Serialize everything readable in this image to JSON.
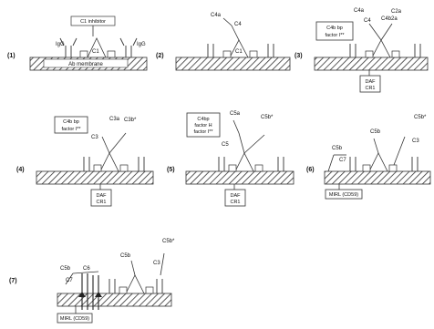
{
  "steps": [
    {
      "number": "(1)",
      "top_label": "C1 inhibitor",
      "igg_left": "IgG",
      "igg_right": "IgG",
      "complex": "C1",
      "membrane_label": "Ab membrane"
    },
    {
      "number": "(2)",
      "c4a": "C4a",
      "c4": "C4",
      "c1": "C1"
    },
    {
      "number": "(3)",
      "factor_box": [
        "C4b bp",
        "factor I**"
      ],
      "c4a": "C4a",
      "c4": "C4",
      "c2a": "C2a",
      "c4b2a": "C4b2a",
      "receptor_box": [
        "DAF",
        "CR1"
      ]
    },
    {
      "number": "(4)",
      "factor_box": [
        "C4b bp",
        "factor I**"
      ],
      "c3a": "C3a",
      "c3": "C3",
      "c3b": "C3b*",
      "receptor_box": [
        "DAF",
        "CR1"
      ]
    },
    {
      "number": "(5)",
      "factor_box": [
        "C4bp",
        "factor H",
        "factor I**"
      ],
      "c5a": "C5a",
      "c5b": "C5b*",
      "c5": "C5",
      "receptor_box": [
        "DAF",
        "CR1"
      ]
    },
    {
      "number": "(6)",
      "c5b": "C5b",
      "c7": "C7",
      "c5b_right": "C5b",
      "c5b_far": "C5b*",
      "c3": "C3",
      "receptor_box": [
        "MIRL (CD59)"
      ]
    },
    {
      "number": "(7)",
      "c5b_c6": "C5b",
      "c6": "C6",
      "c7": "C7",
      "c5b_mid": "C5b",
      "c5b_far": "C5b*",
      "c3": "C3",
      "receptor_box": [
        "MIRL (CD59)"
      ]
    }
  ]
}
